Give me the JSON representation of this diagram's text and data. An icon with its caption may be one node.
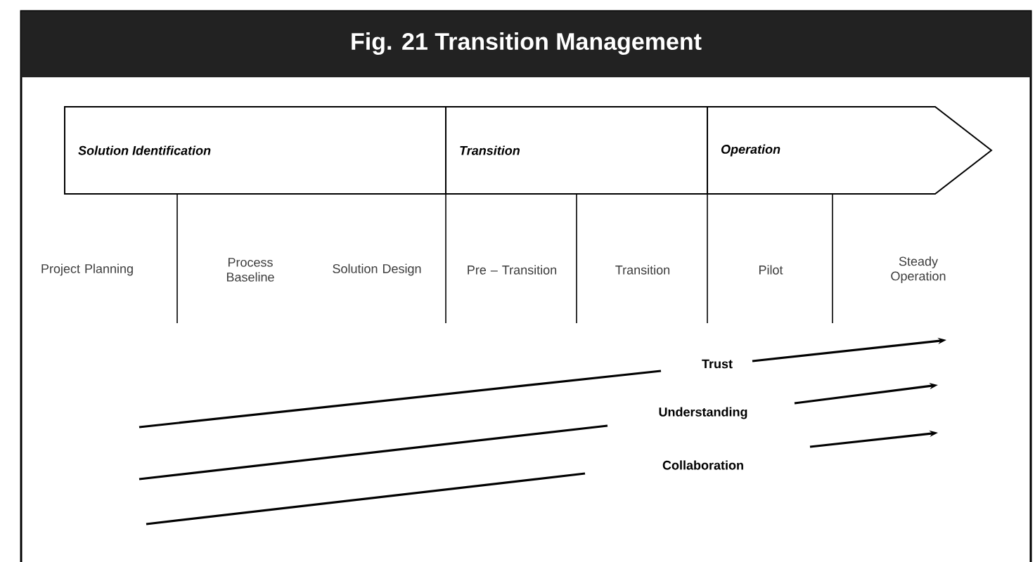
{
  "diagram": {
    "title": "Fig. 21 Transition Management",
    "nodes": [
      {
        "text": [
          "Solution Identification"
        ]
      },
      {
        "text": [
          "Transition"
        ]
      },
      {
        "text": [
          "Operation"
        ]
      }
    ],
    "labels": [
      "Project Planning",
      "Process Baseline",
      "Solution Design",
      "Pre – Transition",
      "Transition",
      "Pilot",
      "Steady Operation",
      "Trust",
      "Understanding",
      "Collaboration"
    ]
  }
}
